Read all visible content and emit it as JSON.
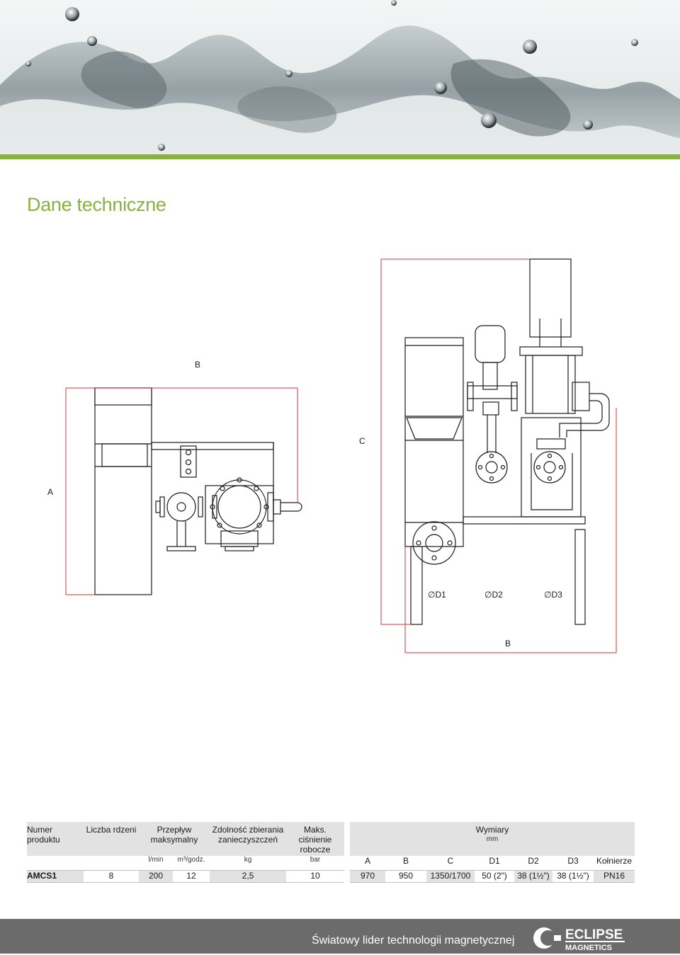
{
  "page": {
    "title": "Dane techniczne",
    "footer_text": "Światowy lider technologii magnetycznej"
  },
  "logo": {
    "line1": "ECLIPSE",
    "line2": "MAGNETICS"
  },
  "drawing": {
    "left_view": {
      "label_b": "B",
      "label_a": "A"
    },
    "right_view": {
      "label_c": "C",
      "label_b": "B",
      "label_d1": "∅D1",
      "label_d2": "∅D2",
      "label_d3": "∅D3"
    }
  },
  "spec_table": {
    "headers": {
      "product": "Numer produktu",
      "cores": "Liczba rdzeni",
      "flow": "Przepływ maksymalny",
      "capacity": "Zdolność zbierania zanieczyszczeń",
      "pressure": "Maks. ciśnienie robocze",
      "dimensions": "Wymiary",
      "dimensions_unit": "mm"
    },
    "units": {
      "flow_lmin": "l/min",
      "flow_m3": "m³/godz.",
      "capacity": "kg",
      "pressure": "bar",
      "a": "A",
      "b": "B",
      "c": "C",
      "d1": "D1",
      "d2": "D2",
      "d3": "D3",
      "flanges": "Kołnierze"
    },
    "row": {
      "product": "AMCS1",
      "cores": "8",
      "flow_lmin": "200",
      "flow_m3": "12",
      "capacity": "2,5",
      "pressure": "10",
      "a": "970",
      "b": "950",
      "c": "1350/1700",
      "d1": "50 (2\")",
      "d2": "38 (1½\")",
      "d3": "38 (1½\")",
      "flanges": "PN16"
    }
  },
  "colors": {
    "accent": "#8ab043",
    "dimension_line": "#d2343b",
    "footer": "#6b6b6b"
  }
}
